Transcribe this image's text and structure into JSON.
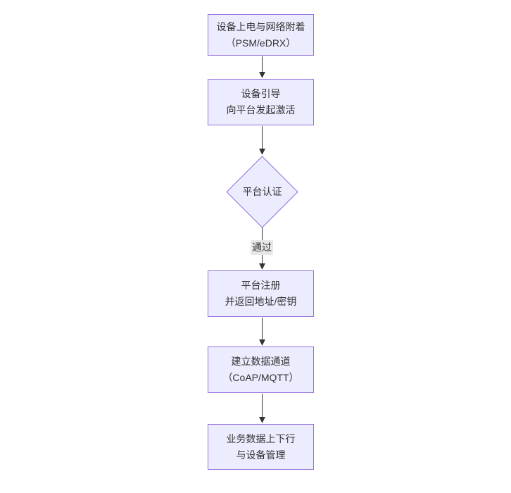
{
  "diagram": {
    "type": "flowchart",
    "direction": "top-down",
    "nodes": [
      {
        "id": "power-on-network-attach",
        "lines": [
          "设备上电与网络附着",
          "（PSM/eDRX）"
        ]
      },
      {
        "id": "device-bootstrap-activate",
        "lines": [
          "设备引导",
          "向平台发起激活"
        ]
      },
      {
        "id": "platform-register-return-keys",
        "lines": [
          "平台注册",
          "并返回地址/密钥"
        ]
      },
      {
        "id": "establish-data-channel",
        "lines": [
          "建立数据通道",
          "（CoAP/MQTT）"
        ]
      },
      {
        "id": "business-data-device-mgmt",
        "lines": [
          "业务数据上下行",
          "与设备管理"
        ]
      }
    ],
    "decision": {
      "id": "platform-auth",
      "label": "平台认证"
    },
    "edge_label": "通过",
    "colors": {
      "background": "#ffffff",
      "node_fill": "#ECECFF",
      "node_border": "#9370DB",
      "text": "#333333",
      "arrow": "#333333",
      "edge_label_bg": "#e8e8e8"
    }
  }
}
